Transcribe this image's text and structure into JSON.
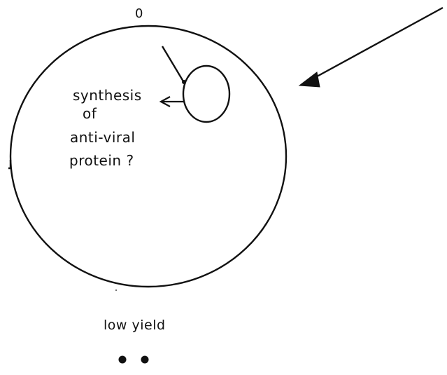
{
  "labels": {
    "synthesis": "synthesis",
    "of": "of",
    "anti_viral": "anti-viral",
    "protein": "protein ?",
    "low_yield": "low yield",
    "top_mark": "0"
  },
  "colors": {
    "ink": "#111111",
    "background": "#ffffff"
  }
}
